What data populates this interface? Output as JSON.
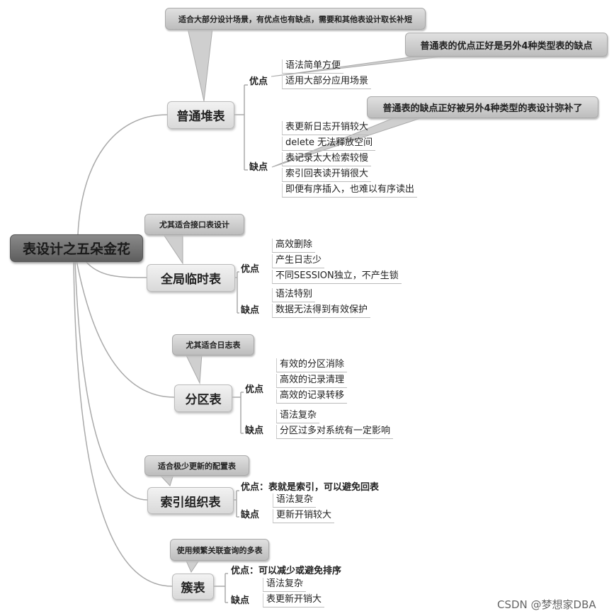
{
  "root": "表设计之五朵金花",
  "branches": [
    {
      "name": "普通堆表",
      "note": "适合大部分设计场景，有优点也有缺点，需要和其他表设计取长补短",
      "pros_label": "优点",
      "pros": [
        "语法简单方便",
        "适用大部分应用场景"
      ],
      "pros_note": "普通表的优点正好是另外4种类型表的缺点",
      "cons_label": "缺点",
      "cons": [
        "表更新日志开销较大",
        "delete 无法释放空间",
        "表记录太大检索较慢",
        "索引回表读开销很大",
        "即便有序插入，也难以有序读出"
      ],
      "cons_note": "普通表的缺点正好被另外4种类型的表设计弥补了"
    },
    {
      "name": "全局临时表",
      "note": "尤其适合接口表设计",
      "pros_label": "优点",
      "pros": [
        "高效删除",
        "产生日志少",
        "不同SESSION独立，不产生锁"
      ],
      "cons_label": "缺点",
      "cons": [
        "语法特别",
        "数据无法得到有效保护"
      ]
    },
    {
      "name": "分区表",
      "note": "尤其适合日志表",
      "pros_label": "优点",
      "pros": [
        "有效的分区消除",
        "高效的记录清理",
        "高效的记录转移"
      ],
      "cons_label": "缺点",
      "cons": [
        "语法复杂",
        "分区过多对系统有一定影响"
      ]
    },
    {
      "name": "索引组织表",
      "note": "适合极少更新的配置表",
      "pros_text": "优点：表就是索引，可以避免回表",
      "cons_label": "缺点",
      "cons": [
        "语法复杂",
        "更新开销较大"
      ]
    },
    {
      "name": "簇表",
      "note": "使用频繁关联查询的多表",
      "pros_text": "优点：可以减少或避免排序",
      "cons_label": "缺点",
      "cons": [
        "语法复杂",
        "表更新开销大"
      ]
    }
  ],
  "watermark": "CSDN @梦想家DBA"
}
